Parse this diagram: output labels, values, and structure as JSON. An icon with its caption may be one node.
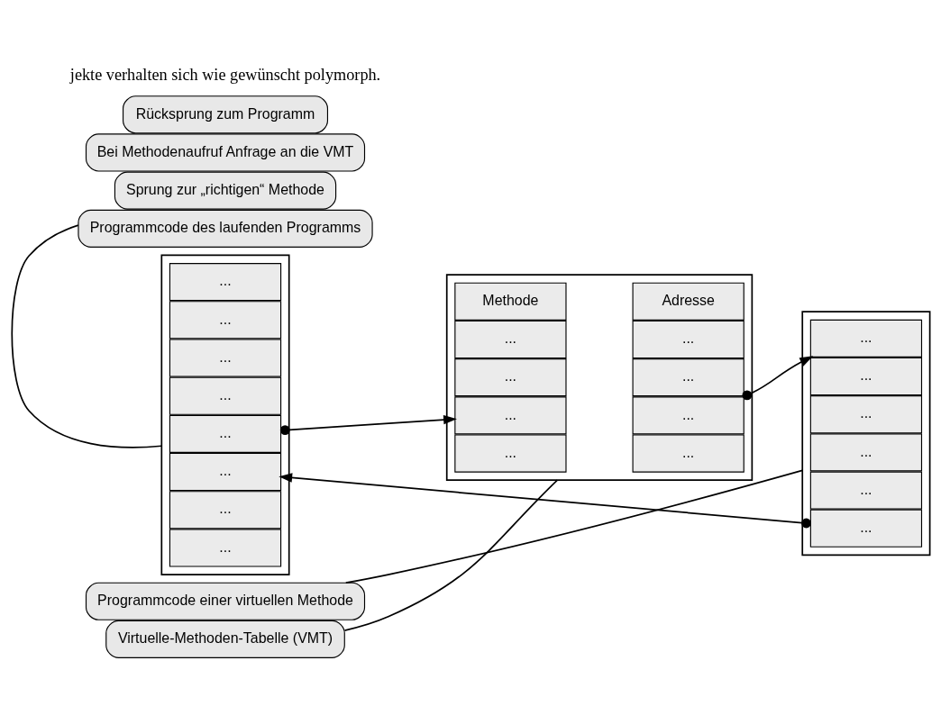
{
  "diagram": {
    "nodes": [
      {
        "text": [],
        "shape": "box"
      },
      {
        "text": [
          "..."
        ],
        "in": 0
      },
      {
        "text": [
          "..."
        ],
        "in": 0
      },
      {
        "text": [
          "..."
        ],
        "in": 0
      },
      {
        "text": [
          "..."
        ],
        "in": 0
      },
      {
        "text": [
          "..."
        ],
        "in": 0
      },
      {
        "text": [
          "..."
        ],
        "in": 0
      },
      {
        "text": [
          "..."
        ],
        "in": 0
      },
      {
        "text": [
          "..."
        ],
        "in": 0
      },
      {
        "text": [],
        "shape": "box"
      },
      {
        "text": [
          "Methode"
        ],
        "in": 9
      },
      {
        "text": [
          "Adresse"
        ],
        "in": 9
      },
      {
        "text": [
          "..."
        ],
        "in": 9
      },
      {
        "text": [
          "..."
        ],
        "in": 9
      },
      {
        "text": [
          "..."
        ],
        "in": 9
      },
      {
        "text": [
          "..."
        ],
        "in": 9
      },
      {
        "text": [
          "..."
        ],
        "in": 9
      },
      {
        "text": [
          "..."
        ],
        "in": 9
      },
      {
        "text": [
          "..."
        ],
        "in": 9
      },
      {
        "text": [
          "..."
        ],
        "in": 9
      },
      {
        "text": [],
        "shape": "box"
      },
      {
        "text": [
          "..."
        ],
        "in": 20
      },
      {
        "text": [
          "..."
        ],
        "in": 20
      },
      {
        "text": [
          "..."
        ],
        "in": 20
      },
      {
        "text": [
          "..."
        ],
        "in": 20
      },
      {
        "text": [
          "..."
        ],
        "in": 20
      },
      {
        "text": [
          "..."
        ],
        "in": 20
      },
      {
        "text": [
          "Programmcode des laufenden Programms"
        ]
      },
      {
        "text": [
          "Virtuelle-Methoden-Tabelle (VMT)"
        ]
      },
      {
        "text": [
          "Sprung zur „richtigen“ Methode"
        ]
      },
      {
        "text": [
          "Bei Methodenaufruf Anfrage an die VMT"
        ]
      },
      {
        "text": [
          "Rücksprung zum Programm"
        ]
      },
      {
        "text": [
          "Programmcode einer virtuellen Methode"
        ]
      }
    ],
    "edges": [
      {
        "from": 5,
        "to": 16,
        "arrow": "to"
      },
      {
        "from": 17,
        "to": 21,
        "arrow": "to"
      },
      {
        "from": 26,
        "to": 6,
        "arrow": "to"
      },
      {
        "from": 27,
        "to": 0,
        "arrow": "none"
      },
      {
        "from": 28,
        "to": 9,
        "arrow": "none"
      },
      {
        "from": 32,
        "to": 20,
        "arrow": "none"
      }
    ],
    "labels": [
      "jekte verhalten sich wie gewünscht polymorph."
    ]
  }
}
